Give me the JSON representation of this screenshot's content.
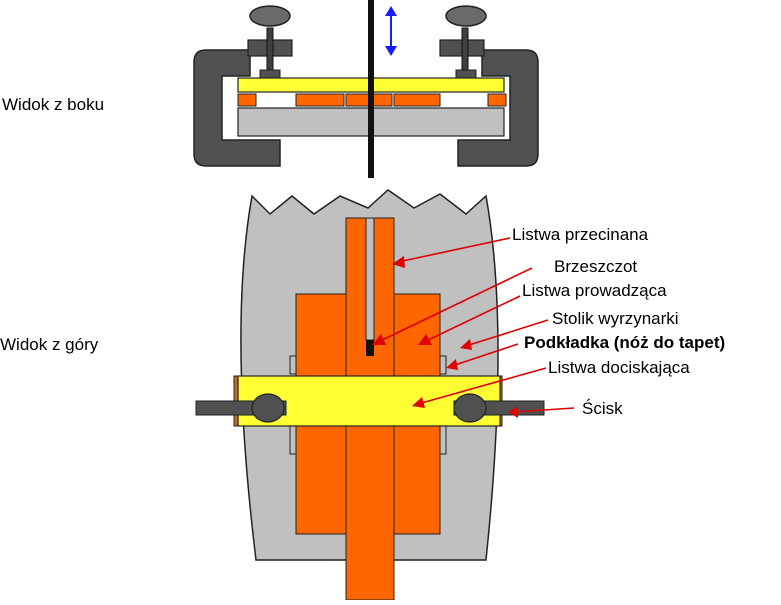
{
  "views": {
    "side": "Widok z boku",
    "top": "Widok z góry"
  },
  "labels": {
    "cut_strip": "Listwa przecinana",
    "blade": "Brzeszczot",
    "guide_strip": "Listwa prowadząca",
    "jigsaw_table": "Stolik wyrzynarki",
    "spacer": "Podkładka (nóż do tapet)",
    "clamp_strip": "Listwa dociskająca",
    "clamp": "Ścisk"
  },
  "colors": {
    "wood": "#ff6600",
    "clamp_strip": "#ffff33",
    "table": "#c0c0c0",
    "clamp": "#505050",
    "arrow": "#e00000",
    "motion_arrow": "#1a1aff"
  },
  "icons": {
    "motion": "double-vertical-arrow-icon"
  }
}
